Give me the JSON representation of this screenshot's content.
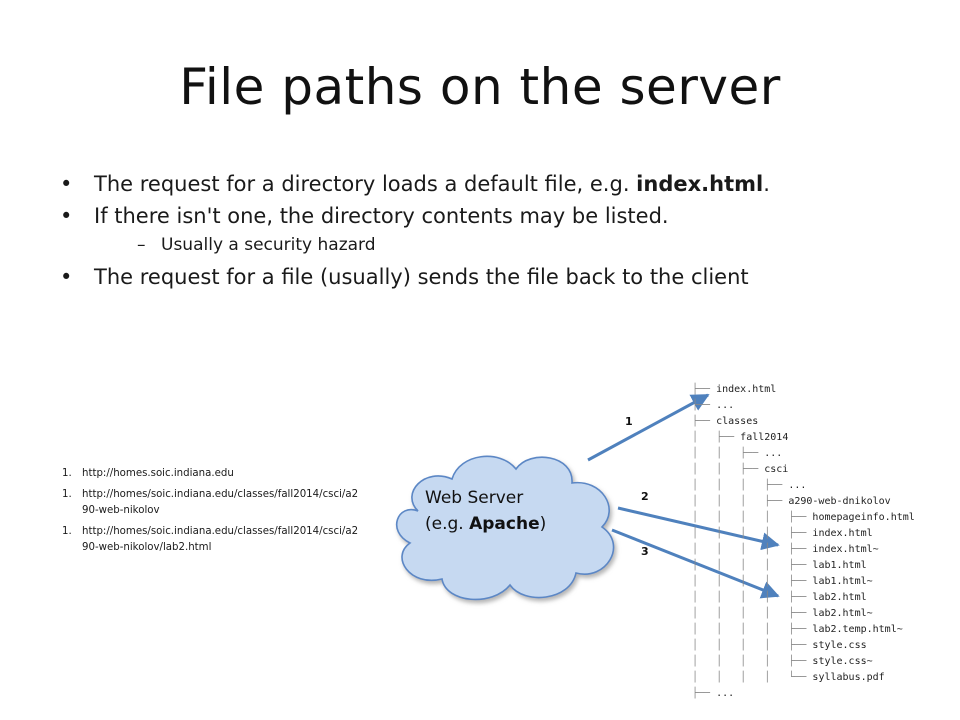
{
  "slide": {
    "title": "File paths on the server"
  },
  "bullets": [
    {
      "text_pre": "The request for a directory loads a default file, e.g. ",
      "text_bold": "index.html",
      "text_post": "."
    },
    {
      "text": "If there isn't one, the directory contents may be listed."
    },
    {
      "text": "Usually a security hazard"
    },
    {
      "text": "The request for a file (usually) sends the file back to the client"
    }
  ],
  "urls": [
    {
      "num": "1.",
      "text": "http://homes.soic.indiana.edu"
    },
    {
      "num": "1.",
      "text": "http://homes/soic.indiana.edu/classes/fall2014/csci/a290-web-nikolov"
    },
    {
      "num": "1.",
      "text": "http://homes/soic.indiana.edu/classes/fall2014/csci/a290-web-nikolov/lab2.html"
    }
  ],
  "cloud": {
    "line1": "Web Server",
    "line2_pre": "(e.g. ",
    "line2_bold": "Apache",
    "line2_post": ")"
  },
  "arrows": [
    {
      "label": "1"
    },
    {
      "label": "2"
    },
    {
      "label": "3"
    }
  ],
  "tree": [
    {
      "prefix": "├── ",
      "name": "index.html"
    },
    {
      "prefix": "├── ",
      "name": "..."
    },
    {
      "prefix": "├── ",
      "name": "classes"
    },
    {
      "prefix": "│   ├── ",
      "name": "fall2014"
    },
    {
      "prefix": "│   │   ├── ",
      "name": "..."
    },
    {
      "prefix": "│   │   ├── ",
      "name": "csci"
    },
    {
      "prefix": "│   │   │   ├── ",
      "name": "..."
    },
    {
      "prefix": "│   │   │   ├── ",
      "name": "a290-web-dnikolov"
    },
    {
      "prefix": "│   │   │   │   ├── ",
      "name": "homepageinfo.html"
    },
    {
      "prefix": "│   │   │   │   ├── ",
      "name": "index.html"
    },
    {
      "prefix": "│   │   │   │   ├── ",
      "name": "index.html~"
    },
    {
      "prefix": "│   │   │   │   ├── ",
      "name": "lab1.html"
    },
    {
      "prefix": "│   │   │   │   ├── ",
      "name": "lab1.html~"
    },
    {
      "prefix": "│   │   │   │   ├── ",
      "name": "lab2.html"
    },
    {
      "prefix": "│   │   │   │   ├── ",
      "name": "lab2.html~"
    },
    {
      "prefix": "│   │   │   │   ├── ",
      "name": "lab2.temp.html~"
    },
    {
      "prefix": "│   │   │   │   ├── ",
      "name": "style.css"
    },
    {
      "prefix": "│   │   │   │   ├── ",
      "name": "style.css~"
    },
    {
      "prefix": "│   │   │   │   └── ",
      "name": "syllabus.pdf"
    },
    {
      "prefix": "├── ",
      "name": "..."
    }
  ]
}
